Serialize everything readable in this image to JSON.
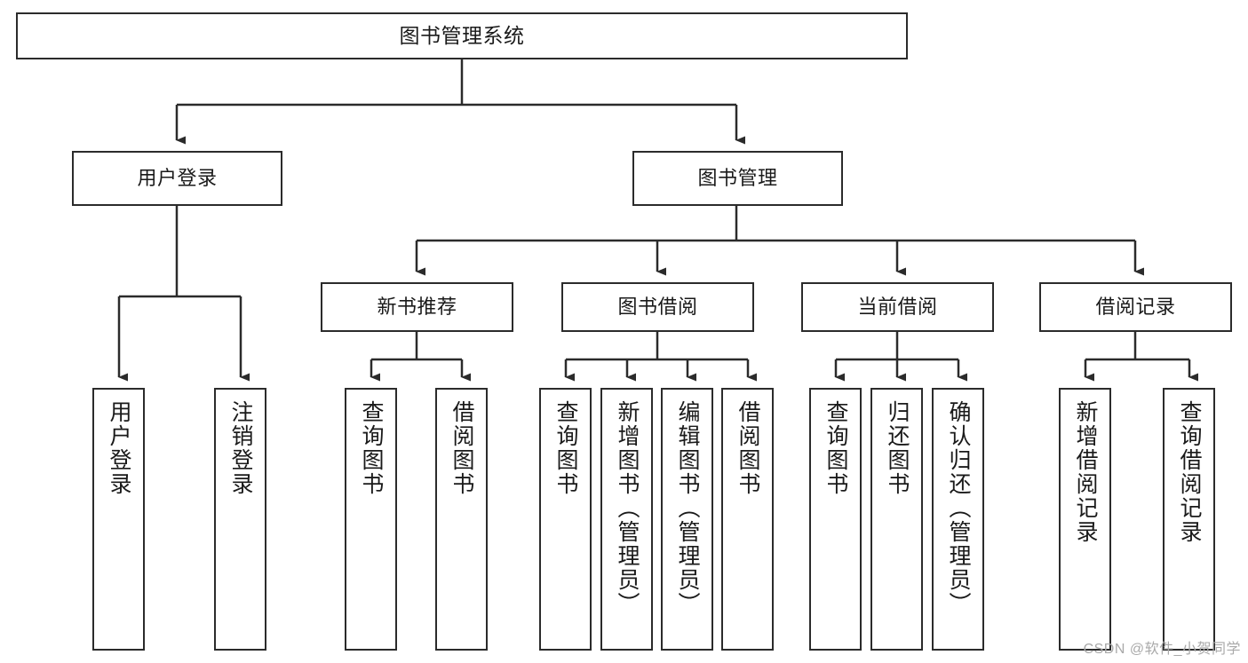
{
  "diagram": {
    "title": "图书管理系统",
    "watermark": "CSDN @软件_小贺同学",
    "stroke_color": "#2b2b2b",
    "fill_color": "#ffffff",
    "text_color": "#1a1a1a",
    "watermark_color": "#a9a9a9",
    "levels": {
      "level1": [
        {
          "id": "root",
          "label": "图书管理系统"
        }
      ],
      "level2": [
        {
          "id": "user-login",
          "label": "用户登录"
        },
        {
          "id": "book-manage",
          "label": "图书管理"
        }
      ],
      "level3": [
        {
          "id": "new-book-recommend",
          "label": "新书推荐"
        },
        {
          "id": "book-borrow",
          "label": "图书借阅"
        },
        {
          "id": "current-borrow",
          "label": "当前借阅"
        },
        {
          "id": "borrow-record",
          "label": "借阅记录"
        }
      ],
      "level4": [
        {
          "id": "leaf-user-login",
          "label": "用户登录",
          "parent": "user-login"
        },
        {
          "id": "leaf-logout-login",
          "label": "注销登录",
          "parent": "user-login"
        },
        {
          "id": "leaf-query-book-1",
          "label": "查询图书",
          "parent": "new-book-recommend"
        },
        {
          "id": "leaf-borrow-book-1",
          "label": "借阅图书",
          "parent": "new-book-recommend"
        },
        {
          "id": "leaf-query-book-2",
          "label": "查询图书",
          "parent": "book-borrow"
        },
        {
          "id": "leaf-add-book",
          "label": "新增图书（管理员）",
          "parent": "book-borrow"
        },
        {
          "id": "leaf-edit-book",
          "label": "编辑图书（管理员）",
          "parent": "book-borrow"
        },
        {
          "id": "leaf-borrow-book-2",
          "label": "借阅图书",
          "parent": "book-borrow"
        },
        {
          "id": "leaf-query-book-3",
          "label": "查询图书",
          "parent": "current-borrow"
        },
        {
          "id": "leaf-return-book",
          "label": "归还图书",
          "parent": "current-borrow"
        },
        {
          "id": "leaf-confirm-return",
          "label": "确认归还（管理员）",
          "parent": "current-borrow"
        },
        {
          "id": "leaf-add-record",
          "label": "新增借阅记录",
          "parent": "borrow-record"
        },
        {
          "id": "leaf-query-record",
          "label": "查询借阅记录",
          "parent": "borrow-record"
        }
      ]
    }
  }
}
